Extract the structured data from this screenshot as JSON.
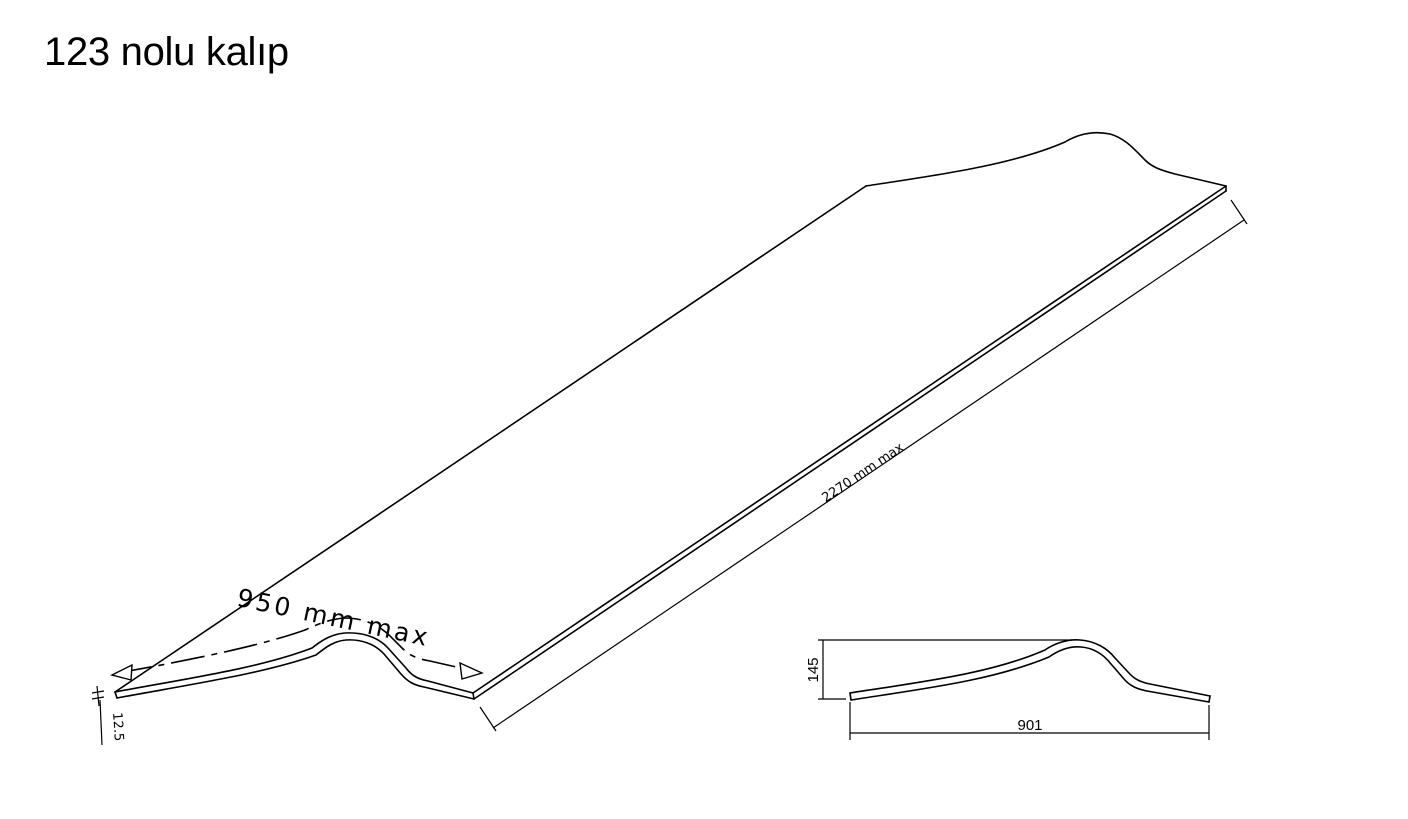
{
  "title": "123 nolu kalıp",
  "dimensions": {
    "width_label": "950 mm max",
    "length_label": "2270 mm max",
    "thickness_label": "12.5",
    "profile_height": "145",
    "profile_width": "901"
  },
  "colors": {
    "line": "#000000",
    "background": "#ffffff"
  }
}
